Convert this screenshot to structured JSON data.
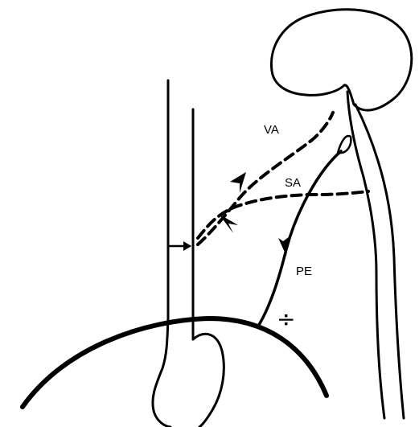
{
  "labels": {
    "va": "VA",
    "sa": "SA",
    "pe": "PE",
    "symbol": "÷"
  },
  "colors": {
    "ink": "#000000",
    "background": "#ffffff"
  }
}
